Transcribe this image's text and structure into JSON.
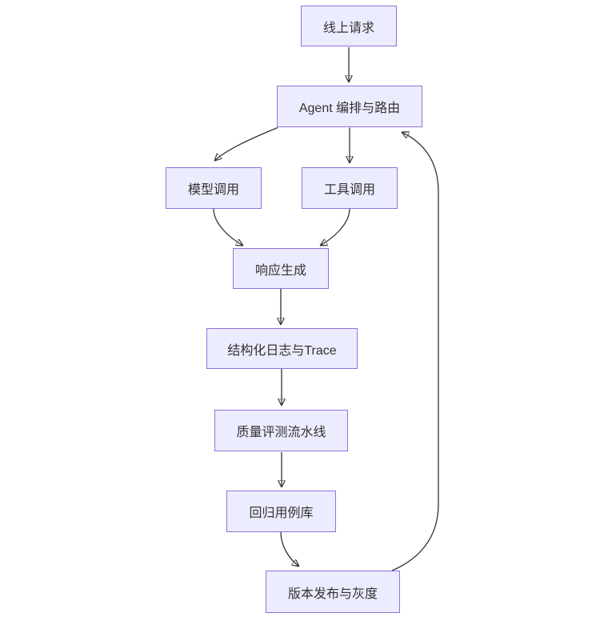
{
  "diagram": {
    "type": "flowchart",
    "direction": "top-down",
    "nodes": [
      {
        "id": "online-request",
        "label": "线上请求"
      },
      {
        "id": "agent-orchestration-routing",
        "label": "Agent 编排与路由"
      },
      {
        "id": "model-call",
        "label": "模型调用"
      },
      {
        "id": "tool-call",
        "label": "工具调用"
      },
      {
        "id": "response-generation",
        "label": "响应生成"
      },
      {
        "id": "structured-logs-trace",
        "label": "结构化日志与Trace"
      },
      {
        "id": "quality-eval-pipeline",
        "label": "质量评测流水线"
      },
      {
        "id": "regression-case-library",
        "label": "回归用例库"
      },
      {
        "id": "release-and-canary",
        "label": "版本发布与灰度"
      }
    ],
    "edges": [
      {
        "from": "线上请求",
        "to": "Agent 编排与路由"
      },
      {
        "from": "Agent 编排与路由",
        "to": "模型调用"
      },
      {
        "from": "Agent 编排与路由",
        "to": "工具调用"
      },
      {
        "from": "模型调用",
        "to": "响应生成"
      },
      {
        "from": "工具调用",
        "to": "响应生成"
      },
      {
        "from": "响应生成",
        "to": "结构化日志与Trace"
      },
      {
        "from": "结构化日志与Trace",
        "to": "质量评测流水线"
      },
      {
        "from": "质量评测流水线",
        "to": "回归用例库"
      },
      {
        "from": "回归用例库",
        "to": "版本发布与灰度"
      },
      {
        "from": "版本发布与灰度",
        "to": "Agent 编排与路由"
      }
    ],
    "colors": {
      "node_fill": "#ECECFF",
      "node_border": "#9370DB",
      "edge": "#333333",
      "text": "#333333",
      "background": "#ffffff"
    }
  }
}
